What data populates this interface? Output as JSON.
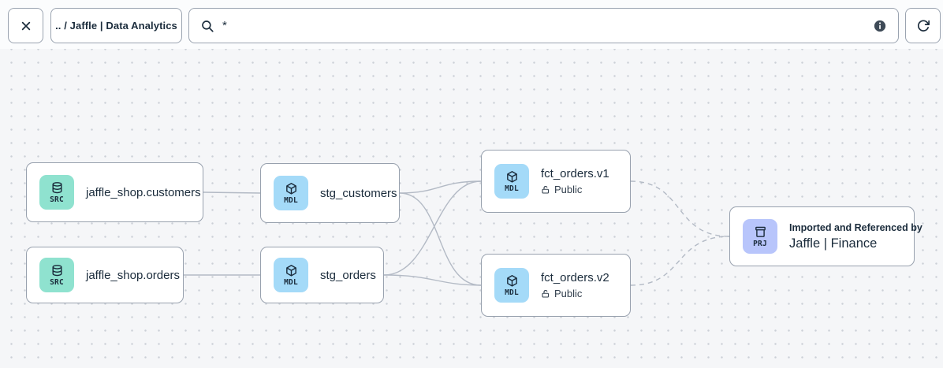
{
  "toolbar": {
    "breadcrumb": ".. / Jaffle | Data Analytics",
    "search_value": "*",
    "icons": {
      "close": "close-icon",
      "search": "magnifier-icon",
      "info": "info-circle-icon",
      "refresh": "refresh-icon"
    }
  },
  "graph": {
    "nodes": [
      {
        "badge": "SRC",
        "label": "jaffle_shop.customers",
        "type": "source"
      },
      {
        "badge": "SRC",
        "label": "jaffle_shop.orders",
        "type": "source"
      },
      {
        "badge": "MDL",
        "label": "stg_customers",
        "type": "model"
      },
      {
        "badge": "MDL",
        "label": "stg_orders",
        "type": "model"
      },
      {
        "badge": "MDL",
        "label": "fct_orders.v1",
        "access": "Public",
        "type": "model"
      },
      {
        "badge": "MDL",
        "label": "fct_orders.v2",
        "access": "Public",
        "type": "model"
      },
      {
        "badge": "PRJ",
        "subtitle": "Imported and Referenced by",
        "label": "Jaffle | Finance",
        "type": "project"
      }
    ],
    "edges": [
      {
        "from": "jaffle_shop.customers",
        "to": "stg_customers",
        "style": "solid"
      },
      {
        "from": "jaffle_shop.orders",
        "to": "stg_orders",
        "style": "solid"
      },
      {
        "from": "stg_customers",
        "to": "fct_orders.v1",
        "style": "solid"
      },
      {
        "from": "stg_customers",
        "to": "fct_orders.v2",
        "style": "solid"
      },
      {
        "from": "stg_orders",
        "to": "fct_orders.v1",
        "style": "solid"
      },
      {
        "from": "stg_orders",
        "to": "fct_orders.v2",
        "style": "solid"
      },
      {
        "from": "fct_orders.v1",
        "to": "Jaffle | Finance",
        "style": "dashed"
      },
      {
        "from": "fct_orders.v2",
        "to": "Jaffle | Finance",
        "style": "dashed"
      }
    ]
  },
  "colors": {
    "source_badge_bg": "#8fe2cf",
    "model_badge_bg": "#a4daf8",
    "project_badge_bg": "#b8c5fb",
    "edge": "#b3bac5",
    "node_border": "#98a1ae",
    "text": "#1a2b3b",
    "canvas_bg": "#f5f6f8"
  }
}
